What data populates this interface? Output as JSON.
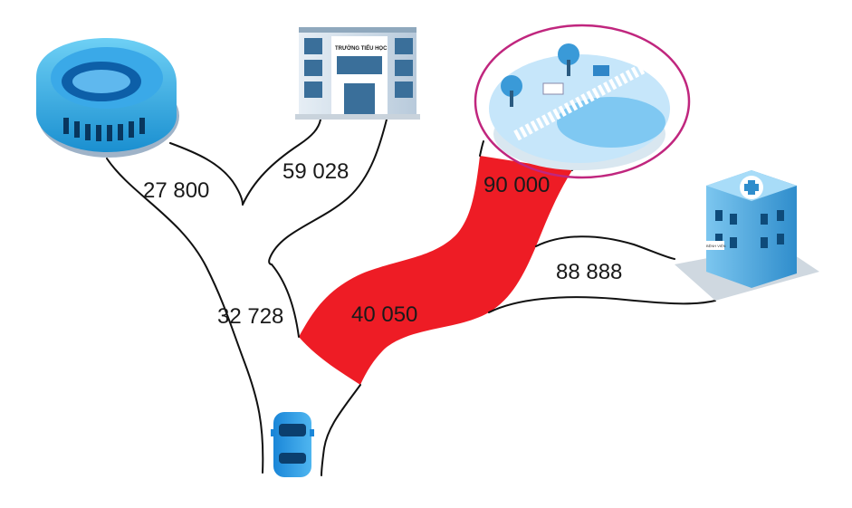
{
  "diagram": {
    "distances": {
      "stadium_to_fork": "27 800",
      "school_to_fork": "59 028",
      "fork_to_car": "32 728",
      "car_to_park": "40 050",
      "park_road": "90 000",
      "hospital_road": "88 888"
    },
    "places": {
      "school_sign": "TRƯỜNG TIỂU HỌC",
      "hospital_sign": "BỆNH VIỆN"
    },
    "highlight": {
      "road_color": "#ee1c25",
      "circle_color": "#c0267e"
    }
  }
}
